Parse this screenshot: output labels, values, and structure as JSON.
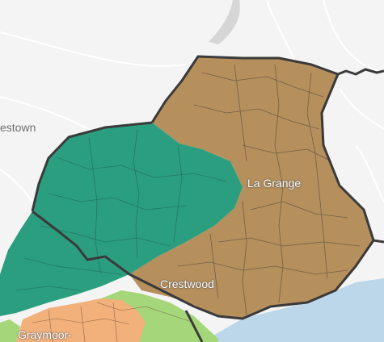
{
  "map": {
    "labels": {
      "estown": "estown",
      "la_grange": "La Grange",
      "crestwood": "Crestwood",
      "graymoor": "Graymoor-"
    },
    "colors": {
      "background": "#f4f4f4",
      "water": "#bcd7ea",
      "road": "#ffffff",
      "brown_region": "#b58f5c",
      "teal_region": "#2b9e80",
      "light_green_region": "#a6d67a",
      "orange_region": "#f2b07b",
      "boundary": "#3a3a3a",
      "precinct_line": "#5c5040"
    }
  }
}
